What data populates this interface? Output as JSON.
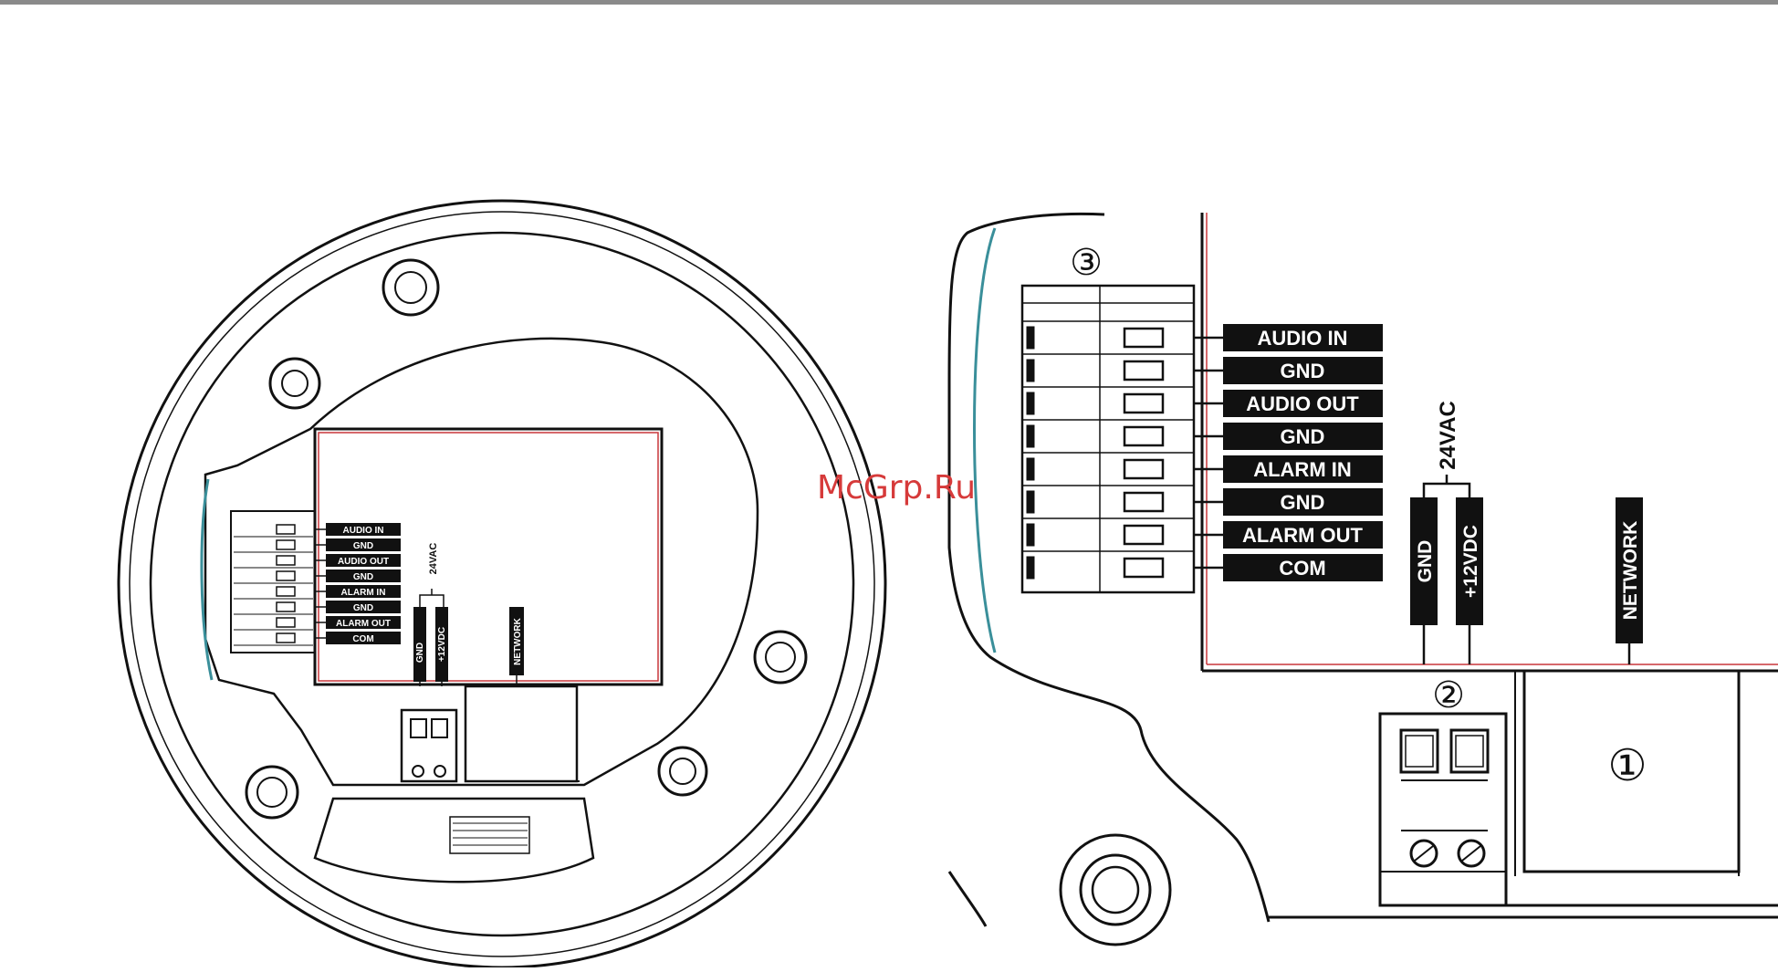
{
  "header": {
    "rule_color": "#8a8a8a"
  },
  "watermark": {
    "text": "McGrp.Ru",
    "color": "#d63a3a"
  },
  "terminal_labels": [
    "AUDIO IN",
    "GND",
    "AUDIO OUT",
    "GND",
    "ALARM IN",
    "GND",
    "ALARM OUT",
    "COM"
  ],
  "power": {
    "group_label": "24VAC",
    "pins": [
      "GND",
      "+12VDC"
    ]
  },
  "network_label": "NETWORK",
  "callouts": {
    "one": "①",
    "two": "②",
    "three": "③"
  },
  "colors": {
    "board_outline": "#c8373a",
    "housing_accent": "#3a8f9a",
    "label_bg": "#111111",
    "label_text": "#ffffff"
  }
}
